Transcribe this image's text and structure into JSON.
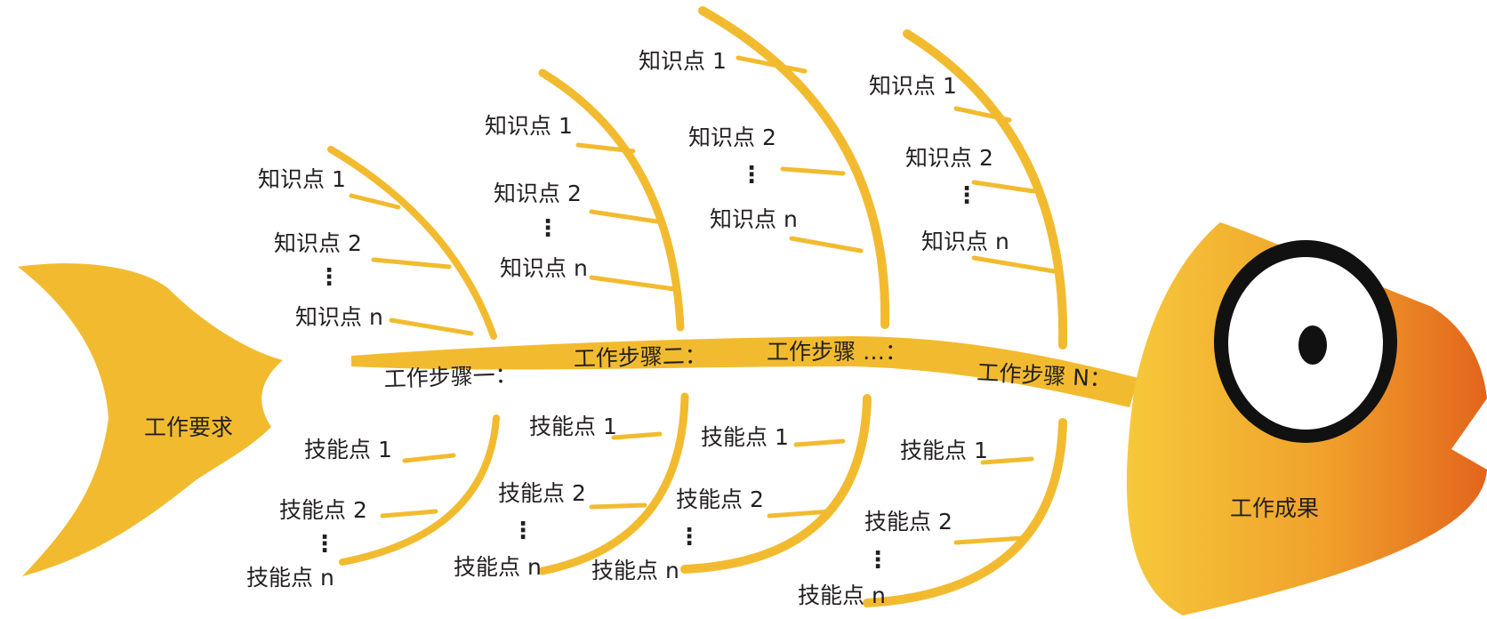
{
  "diagram": {
    "tail_label": "工作要求",
    "head_label": "工作成果",
    "steps": [
      {
        "label": "工作步骤一：",
        "knowledge": [
          "知识点 1",
          "知识点 2",
          "⋮",
          "知识点 n"
        ],
        "skills": [
          "技能点 1",
          "技能点 2",
          "⋮",
          "技能点 n"
        ]
      },
      {
        "label": "工作步骤二：",
        "knowledge": [
          "知识点 1",
          "知识点 2",
          "⋮",
          "知识点 n"
        ],
        "skills": [
          "技能点 1",
          "技能点 2",
          "⋮",
          "技能点 n"
        ]
      },
      {
        "label": "工作步骤 …：",
        "knowledge": [
          "知识点 1",
          "知识点 2",
          "⋮",
          "知识点 n"
        ],
        "skills": [
          "技能点 1",
          "技能点 2",
          "⋮",
          "技能点 n"
        ]
      },
      {
        "label": "工作步骤 N：",
        "knowledge": [
          "知识点 1",
          "知识点 2",
          "⋮",
          "知识点 n"
        ],
        "skills": [
          "技能点 1",
          "技能点 2",
          "⋮",
          "技能点 n"
        ]
      }
    ]
  },
  "colors": {
    "bone": "#f2bb2f",
    "head_light": "#f6c83a",
    "head_dark": "#e2651c",
    "eye_ring": "#111111",
    "text": "#231f20"
  }
}
